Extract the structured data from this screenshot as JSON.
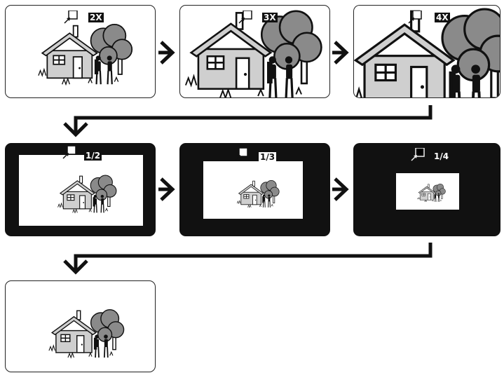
{
  "zoom_steps": [
    {
      "label": "2X",
      "style": "box"
    },
    {
      "label": "3X",
      "style": "box"
    },
    {
      "label": "4X",
      "style": "box"
    }
  ],
  "shrink_steps": [
    {
      "label": "1/2",
      "style": "box"
    },
    {
      "label": "1/3",
      "style": "plain"
    },
    {
      "label": "1/4",
      "style": "plain"
    }
  ],
  "colors": {
    "frame": "#111111",
    "house_wall": "#cfcfcf",
    "tree": "#8a8a8a",
    "figure": "#111111"
  },
  "icons": [
    "house-icon",
    "tree-icon",
    "person-icon",
    "zoom-frame-icon",
    "arrow-right-icon",
    "arrow-down-icon"
  ]
}
